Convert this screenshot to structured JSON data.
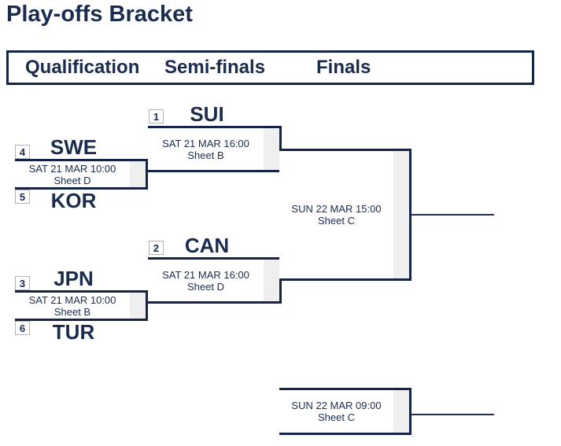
{
  "page": {
    "title": "Play-offs Bracket"
  },
  "header": {
    "columns": [
      {
        "label": "Qualification"
      },
      {
        "label": "Semi-finals"
      },
      {
        "label": "Finals"
      }
    ]
  },
  "bracket": {
    "qualification": [
      {
        "seed_top": "4",
        "team_top": "SWE",
        "seed_bottom": "5",
        "team_bottom": "KOR",
        "datetime": "SAT 21 MAR 10:00",
        "sheet": "Sheet D"
      },
      {
        "seed_top": "3",
        "team_top": "JPN",
        "seed_bottom": "6",
        "team_bottom": "TUR",
        "datetime": "SAT 21 MAR 10:00",
        "sheet": "Sheet B"
      }
    ],
    "semifinals": [
      {
        "seed": "1",
        "team": "SUI",
        "datetime": "SAT 21 MAR 16:00",
        "sheet": "Sheet B"
      },
      {
        "seed": "2",
        "team": "CAN",
        "datetime": "SAT 21 MAR 16:00",
        "sheet": "Sheet D"
      }
    ],
    "final": {
      "datetime": "SUN 22 MAR 15:00",
      "sheet": "Sheet C"
    },
    "third_place": {
      "datetime": "SUN 22 MAR 09:00",
      "sheet": "Sheet C"
    }
  },
  "colors": {
    "navy_border": "#142446",
    "navy_text": "#1b2b4e",
    "result_strip": "#efefef",
    "seed_border": "#b3b3b3"
  }
}
